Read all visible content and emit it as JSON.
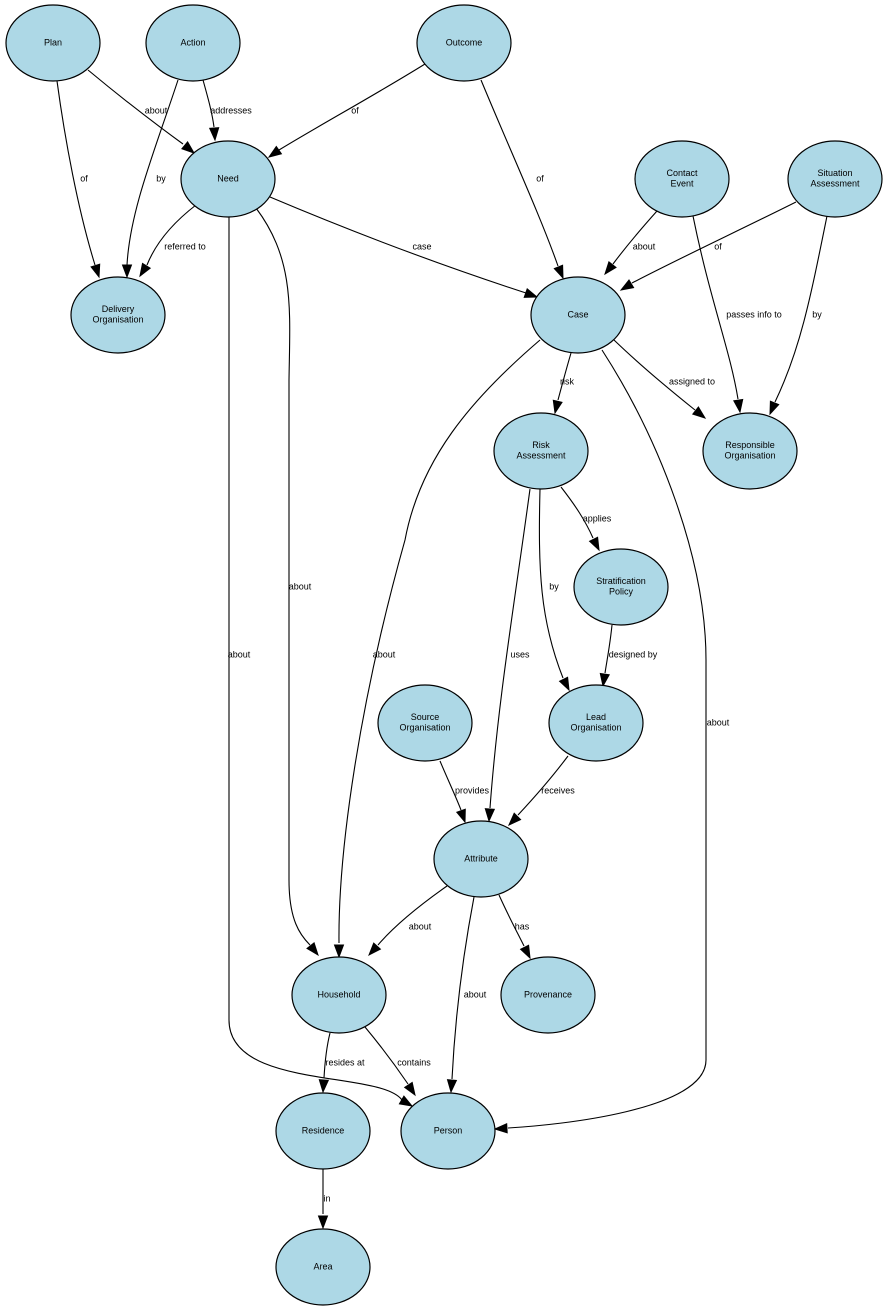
{
  "diagram": {
    "nodes": [
      {
        "id": "plan",
        "lines": [
          "Plan"
        ]
      },
      {
        "id": "action",
        "lines": [
          "Action"
        ]
      },
      {
        "id": "outcome",
        "lines": [
          "Outcome"
        ]
      },
      {
        "id": "need",
        "lines": [
          "Need"
        ]
      },
      {
        "id": "contact_event",
        "lines": [
          "Contact",
          "Event"
        ]
      },
      {
        "id": "situation_assessment",
        "lines": [
          "Situation",
          "Assessment"
        ]
      },
      {
        "id": "delivery_org",
        "lines": [
          "Delivery",
          "Organisation"
        ]
      },
      {
        "id": "case",
        "lines": [
          "Case"
        ]
      },
      {
        "id": "risk_assessment",
        "lines": [
          "Risk",
          "Assessment"
        ]
      },
      {
        "id": "responsible_org",
        "lines": [
          "Responsible",
          "Organisation"
        ]
      },
      {
        "id": "stratification_policy",
        "lines": [
          "Stratification",
          "Policy"
        ]
      },
      {
        "id": "source_org",
        "lines": [
          "Source",
          "Organisation"
        ]
      },
      {
        "id": "lead_org",
        "lines": [
          "Lead",
          "Organisation"
        ]
      },
      {
        "id": "attribute",
        "lines": [
          "Attribute"
        ]
      },
      {
        "id": "household",
        "lines": [
          "Household"
        ]
      },
      {
        "id": "provenance",
        "lines": [
          "Provenance"
        ]
      },
      {
        "id": "residence",
        "lines": [
          "Residence"
        ]
      },
      {
        "id": "person",
        "lines": [
          "Person"
        ]
      },
      {
        "id": "area",
        "lines": [
          "Area"
        ]
      }
    ],
    "edges": [
      {
        "id": "e1",
        "from": "plan",
        "to": "need",
        "label": "about"
      },
      {
        "id": "e2",
        "from": "plan",
        "to": "delivery_org",
        "label": "of"
      },
      {
        "id": "e3",
        "from": "action",
        "to": "need",
        "label": "addresses"
      },
      {
        "id": "e4",
        "from": "action",
        "to": "delivery_org",
        "label": "by"
      },
      {
        "id": "e5",
        "from": "outcome",
        "to": "need",
        "label": "of"
      },
      {
        "id": "e6",
        "from": "outcome",
        "to": "case",
        "label": "of"
      },
      {
        "id": "e7",
        "from": "need",
        "to": "delivery_org",
        "label": "referred to"
      },
      {
        "id": "e8",
        "from": "need",
        "to": "case",
        "label": "case"
      },
      {
        "id": "e9",
        "from": "need",
        "to": "household",
        "label": "about"
      },
      {
        "id": "e10",
        "from": "need",
        "to": "person",
        "label": "about"
      },
      {
        "id": "e11",
        "from": "contact_event",
        "to": "case",
        "label": "about"
      },
      {
        "id": "e12",
        "from": "contact_event",
        "to": "responsible_org",
        "label": "passes info to"
      },
      {
        "id": "e13",
        "from": "situation_assessment",
        "to": "case",
        "label": "of"
      },
      {
        "id": "e14",
        "from": "situation_assessment",
        "to": "responsible_org",
        "label": "by"
      },
      {
        "id": "e15",
        "from": "case",
        "to": "risk_assessment",
        "label": "risk"
      },
      {
        "id": "e16",
        "from": "case",
        "to": "responsible_org",
        "label": "assigned to"
      },
      {
        "id": "e17",
        "from": "case",
        "to": "household",
        "label": "about"
      },
      {
        "id": "e18",
        "from": "case",
        "to": "person",
        "label": "about"
      },
      {
        "id": "e19",
        "from": "risk_assessment",
        "to": "stratification_policy",
        "label": "applies"
      },
      {
        "id": "e20",
        "from": "risk_assessment",
        "to": "lead_org",
        "label": "by"
      },
      {
        "id": "e21",
        "from": "risk_assessment",
        "to": "attribute",
        "label": "uses"
      },
      {
        "id": "e22",
        "from": "stratification_policy",
        "to": "lead_org",
        "label": "designed by"
      },
      {
        "id": "e23",
        "from": "source_org",
        "to": "attribute",
        "label": "provides"
      },
      {
        "id": "e24",
        "from": "lead_org",
        "to": "attribute",
        "label": "receives"
      },
      {
        "id": "e25",
        "from": "attribute",
        "to": "household",
        "label": "about"
      },
      {
        "id": "e26",
        "from": "attribute",
        "to": "provenance",
        "label": "has"
      },
      {
        "id": "e27",
        "from": "attribute",
        "to": "person",
        "label": "about"
      },
      {
        "id": "e28",
        "from": "household",
        "to": "residence",
        "label": "resides at"
      },
      {
        "id": "e29",
        "from": "household",
        "to": "person",
        "label": "contains"
      },
      {
        "id": "e30",
        "from": "residence",
        "to": "area",
        "label": "in"
      }
    ]
  }
}
